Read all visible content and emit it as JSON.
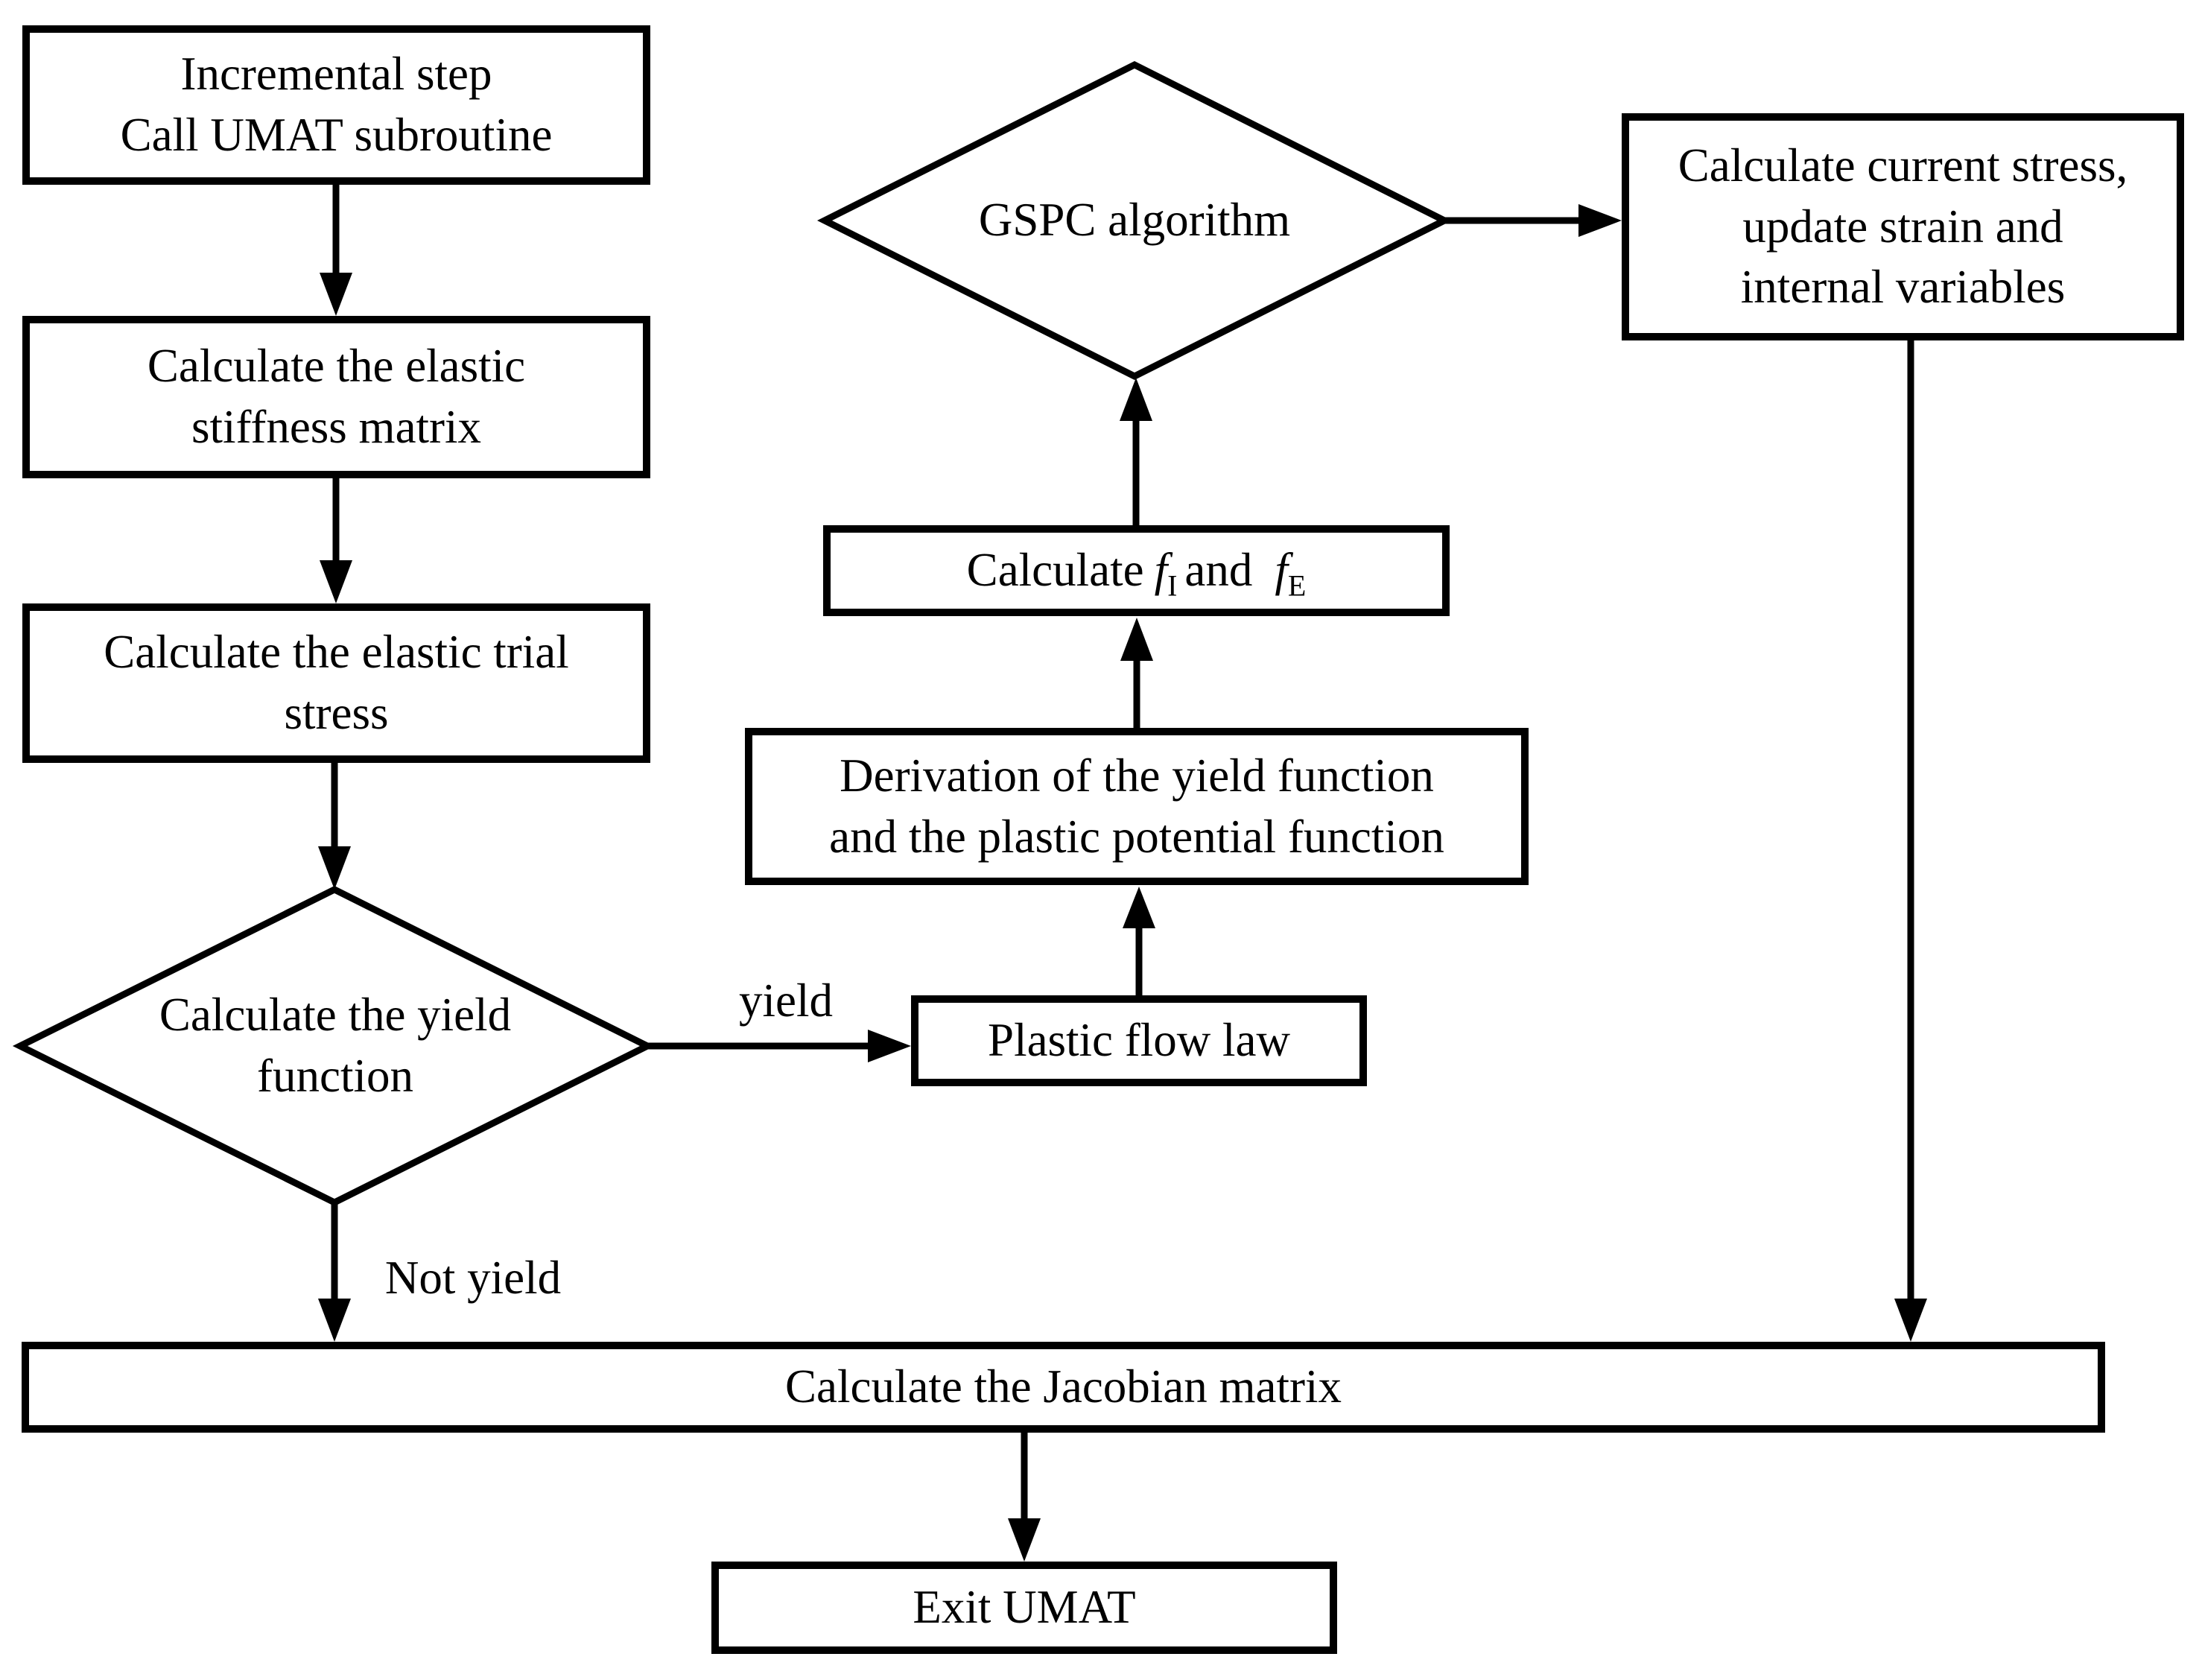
{
  "colors": {
    "ink": "#000000",
    "paper": "#ffffff"
  },
  "nodes": {
    "incremental": {
      "line1": "Incremental step",
      "line2": "Call UMAT subroutine"
    },
    "stiffness": {
      "line1": "Calculate the elastic",
      "line2": "stiffness matrix"
    },
    "trial": {
      "line1": "Calculate the elastic trial",
      "line2": "stress"
    },
    "yield_decision": {
      "line1": "Calculate the yield",
      "line2": "function"
    },
    "gspc": {
      "label": "GSPC algorithm"
    },
    "current_stress": {
      "line1": "Calculate current stress,",
      "line2": "update strain and",
      "line3": "internal variables"
    },
    "calc_f": {
      "pre": "Calculate",
      "f1": "f",
      "sub1": "I",
      "and": "and",
      "f2": "f",
      "sub2": "E"
    },
    "derivation": {
      "line1": "Derivation of the yield function",
      "line2": "and the plastic potential function"
    },
    "plastic_flow": {
      "label": "Plastic flow law"
    },
    "jacobian": {
      "label": "Calculate the Jacobian matrix"
    },
    "exit": {
      "label": "Exit UMAT"
    }
  },
  "edge_labels": {
    "yield": "yield",
    "not_yield": "Not yield"
  }
}
